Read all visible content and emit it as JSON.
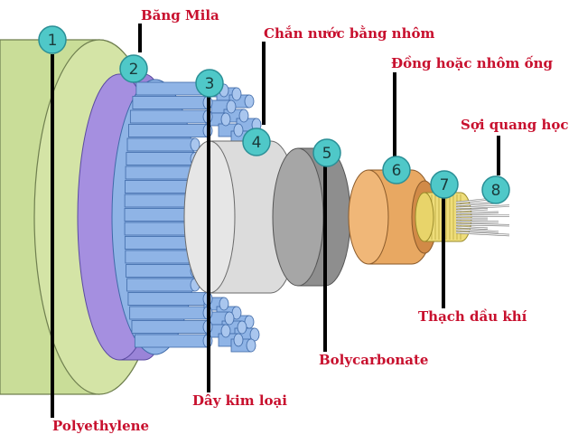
{
  "colors": {
    "label": "#c8102e",
    "leader": "#000000",
    "badge_fill": "#4fc8c8",
    "badge_stroke": "#2a8f96",
    "polyethylene": "#c9dd98",
    "mylar_tape": "#a58fe0",
    "wires": "#8fb4e6",
    "water_barrier": "#dcdcdc",
    "polycarbonate": "#9b9b9b",
    "copper_tube": "#f0b778",
    "petroleum_jelly": "#eedd7a",
    "fiber": "#e8e8e8"
  },
  "components": [
    {
      "number": "1",
      "label": "Polyethylene"
    },
    {
      "number": "2",
      "label": "Băng Mila"
    },
    {
      "number": "3",
      "label": "Dây kim loại"
    },
    {
      "number": "4",
      "label": "Chắn nước bằng nhôm"
    },
    {
      "number": "5",
      "label": "Bolycarbonate"
    },
    {
      "number": "6",
      "label": "Đồng hoặc nhôm ống"
    },
    {
      "number": "7",
      "label": "Thạch dầu khí"
    },
    {
      "number": "8",
      "label": "Sợi quang học"
    }
  ]
}
